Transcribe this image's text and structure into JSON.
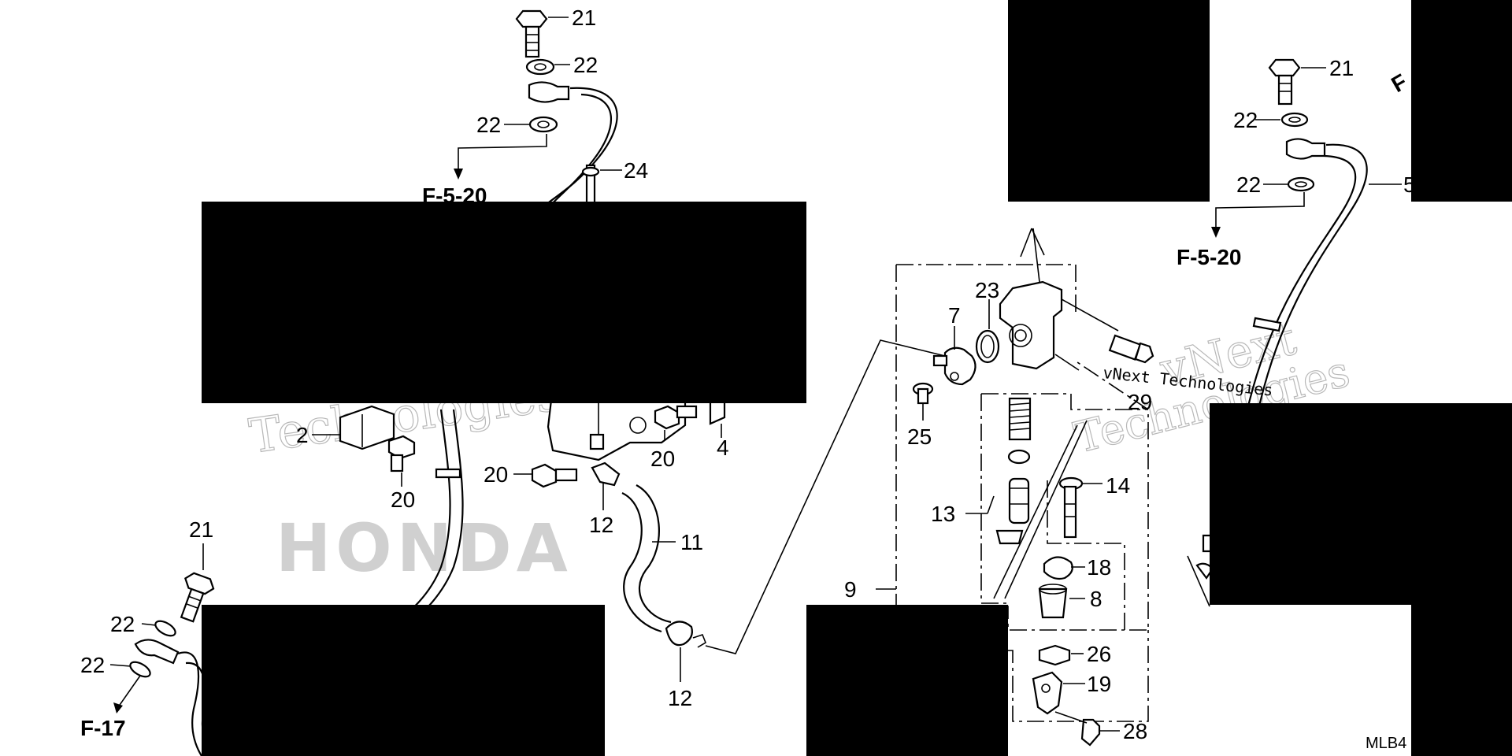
{
  "diagram": {
    "callouts": {
      "c2": "2",
      "c4": "4",
      "c5": "5",
      "c7": "7",
      "c8": "8",
      "c9": "9",
      "c11": "11",
      "c12a": "12",
      "c12b": "12",
      "c13": "13",
      "c14": "14",
      "c18": "18",
      "c19": "19",
      "c20a": "20",
      "c20b": "20",
      "c20c": "20",
      "c21a": "21",
      "c21b": "21",
      "c21c": "21",
      "c22a": "22",
      "c22b": "22",
      "c22c": "22",
      "c22d": "22",
      "c22e": "22",
      "c22f": "22",
      "c23": "23",
      "c24": "24",
      "c25": "25",
      "c26": "26",
      "c28": "28",
      "c29": "29"
    },
    "references": {
      "f520_left": "F-5-20",
      "f520_right": "F-5-20",
      "f17": "F-17",
      "fig_partial": "F"
    },
    "diagram_code": "MLB4",
    "watermarks": {
      "w1": "vNext Technologies",
      "w2": "vNext",
      "w3": "Technologies",
      "w4": "Technologies",
      "brand": "HONDA"
    },
    "colors": {
      "ink": "#000000",
      "paper": "#ffffff",
      "watermark": "#b8b8b8"
    }
  }
}
